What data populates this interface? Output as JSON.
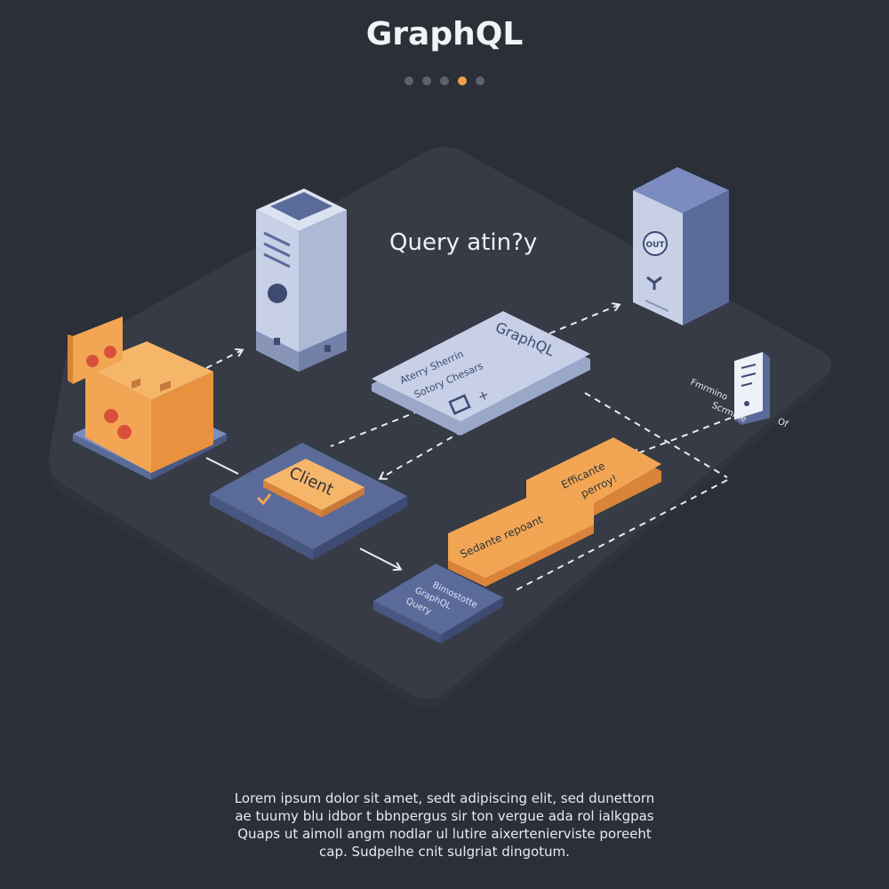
{
  "header": {
    "title": "GraphQL",
    "pager": {
      "count": 5,
      "active_index": 3
    }
  },
  "colors": {
    "background": "#2a2f38",
    "platform": "#353a44",
    "accent_orange": "#f2a654",
    "navy": "#5a6b9a",
    "server_light": "#c7d0e6",
    "dot_inactive": "#5b6372",
    "dot_active": "#f0a04b"
  },
  "diagram": {
    "heading": "Query atin?y",
    "client_label": "Client",
    "graphql_card": {
      "title": "GraphQL",
      "line1": "Aterry Sherrin",
      "line2": "Sotory Chesars"
    },
    "server_right_badge": "OUT",
    "doc_label_1": "Fmrmino",
    "doc_label_2": "Scrmme",
    "doc_label_3": "Of",
    "banner_label_1": "Efficante",
    "banner_label_2": "perroy!",
    "banner_label_3": "Sedante repoant",
    "query_block": {
      "line1": "Bimostotte",
      "line2": "GraphQL",
      "line3": "Query"
    }
  },
  "caption": {
    "lines": [
      "Lorem ipsum dolor sit amet, sedt adipiscing elit, sed dunettorn",
      "ae tuumy blu idbor t bbnpergus sir ton vergue ada rol ialkgpas",
      "Quaps ut aimoll angm nodlar ul lutire aixertenierviste poreeht",
      "cap. Sudpelhe cnit sulgriat dingotum."
    ]
  }
}
